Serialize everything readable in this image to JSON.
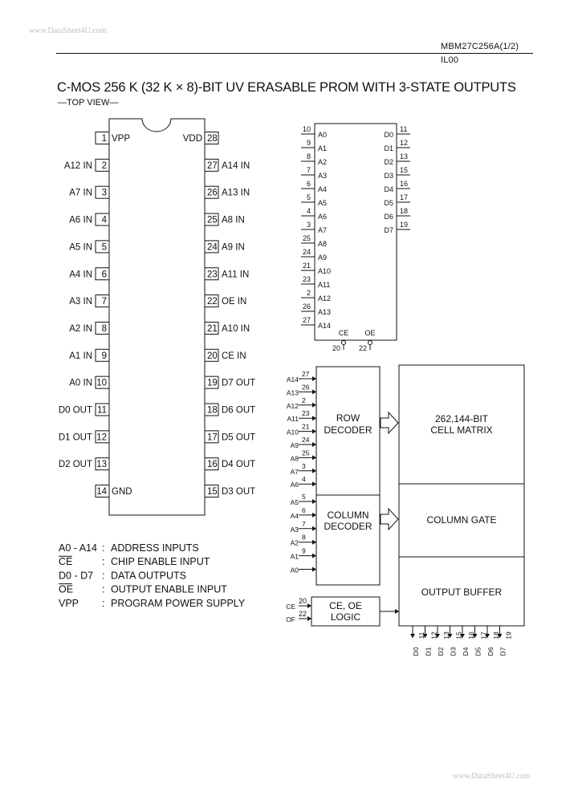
{
  "watermark_top": "www.DataSheet4U.com",
  "watermark_bottom": "www.DataSheet4U.com",
  "part_header": "MBM27C256A(1/2)",
  "part_header_line2": "IL00",
  "title": "C-MOS 256 K (32 K × 8)-BIT UV ERASABLE PROM WITH 3-STATE OUTPUTS",
  "subtitle": "—TOP VIEW—",
  "pinout": {
    "left": [
      {
        "num": "1",
        "name": "VPP",
        "inside": true
      },
      {
        "num": "2",
        "name": "A12 IN"
      },
      {
        "num": "3",
        "name": "A7 IN"
      },
      {
        "num": "4",
        "name": "A6 IN"
      },
      {
        "num": "5",
        "name": "A5 IN"
      },
      {
        "num": "6",
        "name": "A4 IN"
      },
      {
        "num": "7",
        "name": "A3 IN"
      },
      {
        "num": "8",
        "name": "A2 IN"
      },
      {
        "num": "9",
        "name": "A1 IN"
      },
      {
        "num": "10",
        "name": "A0 IN"
      },
      {
        "num": "11",
        "name": "D0 OUT"
      },
      {
        "num": "12",
        "name": "D1 OUT"
      },
      {
        "num": "13",
        "name": "D2 OUT"
      },
      {
        "num": "14",
        "name": "GND",
        "inside": true
      }
    ],
    "right": [
      {
        "num": "28",
        "name": "VDD",
        "inside": true
      },
      {
        "num": "27",
        "name": "A14 IN"
      },
      {
        "num": "26",
        "name": "A13 IN"
      },
      {
        "num": "25",
        "name": "A8 IN"
      },
      {
        "num": "24",
        "name": "A9 IN"
      },
      {
        "num": "23",
        "name": "A11 IN"
      },
      {
        "num": "22",
        "name": "OE IN"
      },
      {
        "num": "21",
        "name": "A10 IN"
      },
      {
        "num": "20",
        "name": "CE IN"
      },
      {
        "num": "19",
        "name": "D7 OUT"
      },
      {
        "num": "18",
        "name": "D6 OUT"
      },
      {
        "num": "17",
        "name": "D5 OUT"
      },
      {
        "num": "16",
        "name": "D4 OUT"
      },
      {
        "num": "15",
        "name": "D3 OUT"
      }
    ]
  },
  "logic_symbol": {
    "inputs": [
      {
        "num": "10",
        "name": "A0"
      },
      {
        "num": "9",
        "name": "A1"
      },
      {
        "num": "8",
        "name": "A2"
      },
      {
        "num": "7",
        "name": "A3"
      },
      {
        "num": "6",
        "name": "A4"
      },
      {
        "num": "5",
        "name": "A5"
      },
      {
        "num": "4",
        "name": "A6"
      },
      {
        "num": "3",
        "name": "A7"
      },
      {
        "num": "25",
        "name": "A8"
      },
      {
        "num": "24",
        "name": "A9"
      },
      {
        "num": "21",
        "name": "A10"
      },
      {
        "num": "23",
        "name": "A11"
      },
      {
        "num": "2",
        "name": "A12"
      },
      {
        "num": "26",
        "name": "A13"
      },
      {
        "num": "27",
        "name": "A14"
      }
    ],
    "outputs": [
      {
        "num": "11",
        "name": "D0"
      },
      {
        "num": "12",
        "name": "D1"
      },
      {
        "num": "13",
        "name": "D2"
      },
      {
        "num": "15",
        "name": "D3"
      },
      {
        "num": "16",
        "name": "D4"
      },
      {
        "num": "17",
        "name": "D5"
      },
      {
        "num": "18",
        "name": "D6"
      },
      {
        "num": "19",
        "name": "D7"
      }
    ],
    "controls": [
      {
        "num": "20",
        "name": "CE"
      },
      {
        "num": "22",
        "name": "OE"
      }
    ]
  },
  "block_diagram": {
    "row_inputs": [
      {
        "num": "27",
        "name": "A14"
      },
      {
        "num": "26",
        "name": "A13"
      },
      {
        "num": "2",
        "name": "A12"
      },
      {
        "num": "23",
        "name": "A11"
      },
      {
        "num": "21",
        "name": "A10"
      },
      {
        "num": "24",
        "name": "A9"
      },
      {
        "num": "25",
        "name": "A8"
      },
      {
        "num": "3",
        "name": "A7"
      },
      {
        "num": "4",
        "name": "A6"
      }
    ],
    "col_inputs": [
      {
        "num": "5",
        "name": "A5"
      },
      {
        "num": "6",
        "name": "A4"
      },
      {
        "num": "7",
        "name": "A3"
      },
      {
        "num": "8",
        "name": "A2"
      },
      {
        "num": "9",
        "name": "A1"
      },
      {
        "num": "10",
        "name": "A0"
      }
    ],
    "ctrl_inputs": [
      {
        "num": "20",
        "name": "CE"
      },
      {
        "num": "22",
        "name": "OF"
      }
    ],
    "row_decoder": [
      "ROW",
      "DECODER"
    ],
    "column_decoder": [
      "COLUMN",
      "DECODER"
    ],
    "logic": [
      "CE, OE",
      "LOGIC"
    ],
    "cell_matrix": [
      "262,144-BIT",
      "CELL MATRIX"
    ],
    "column_gate": "COLUMN GATE",
    "output_buffer": "OUTPUT BUFFER",
    "outputs": [
      {
        "name": "D0",
        "num": "11"
      },
      {
        "name": "D1",
        "num": "12"
      },
      {
        "name": "D2",
        "num": "13"
      },
      {
        "name": "D3",
        "num": "15"
      },
      {
        "name": "D4",
        "num": "16"
      },
      {
        "name": "D5",
        "num": "17"
      },
      {
        "name": "D6",
        "num": "18"
      },
      {
        "name": "D7",
        "num": "19"
      }
    ]
  },
  "legend": [
    {
      "sym": "A0 - A14",
      "desc": "ADDRESS INPUTS"
    },
    {
      "sym": "CE",
      "desc": "CHIP ENABLE INPUT",
      "overline": true
    },
    {
      "sym": "D0 - D7",
      "desc": "DATA OUTPUTS"
    },
    {
      "sym": "OE",
      "desc": "OUTPUT ENABLE INPUT",
      "overline": true
    },
    {
      "sym": "VPP",
      "desc": "PROGRAM POWER SUPPLY"
    }
  ],
  "legend_colon": ":"
}
